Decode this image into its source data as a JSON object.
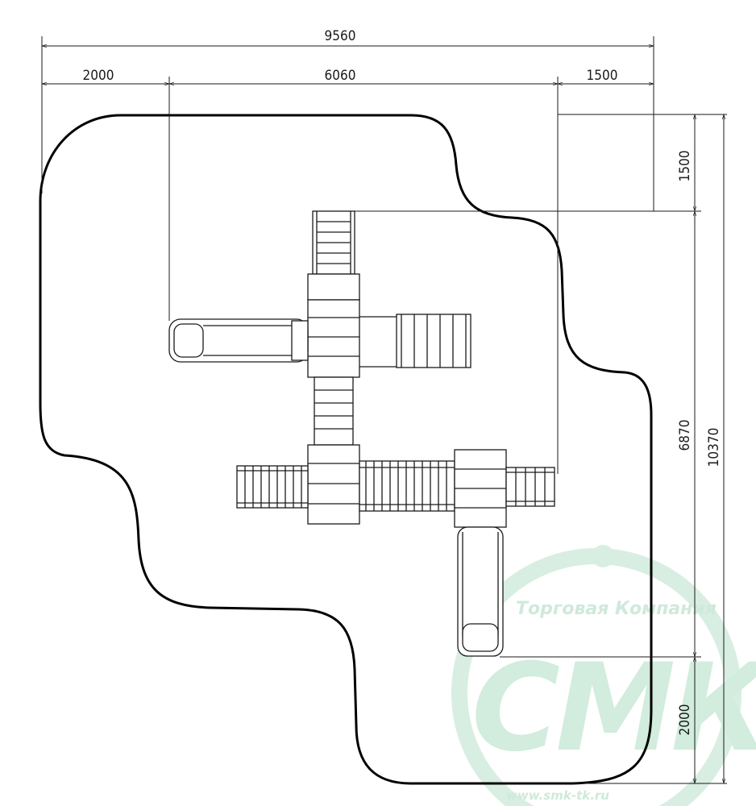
{
  "dimensions": {
    "top_total": "9560",
    "top_left": "2000",
    "top_mid": "6060",
    "top_right": "1500",
    "right_top": "1500",
    "right_mid": "6870",
    "right_total": "10370",
    "right_bottom": "2000"
  },
  "watermark": {
    "company_line": "Торговая Компания",
    "brand": "СМК",
    "url": "www.smk-tk.ru",
    "color": "#cfe9db"
  },
  "colors": {
    "line": "#1a1a1a",
    "boundary": "#000000",
    "background": "#ffffff"
  }
}
